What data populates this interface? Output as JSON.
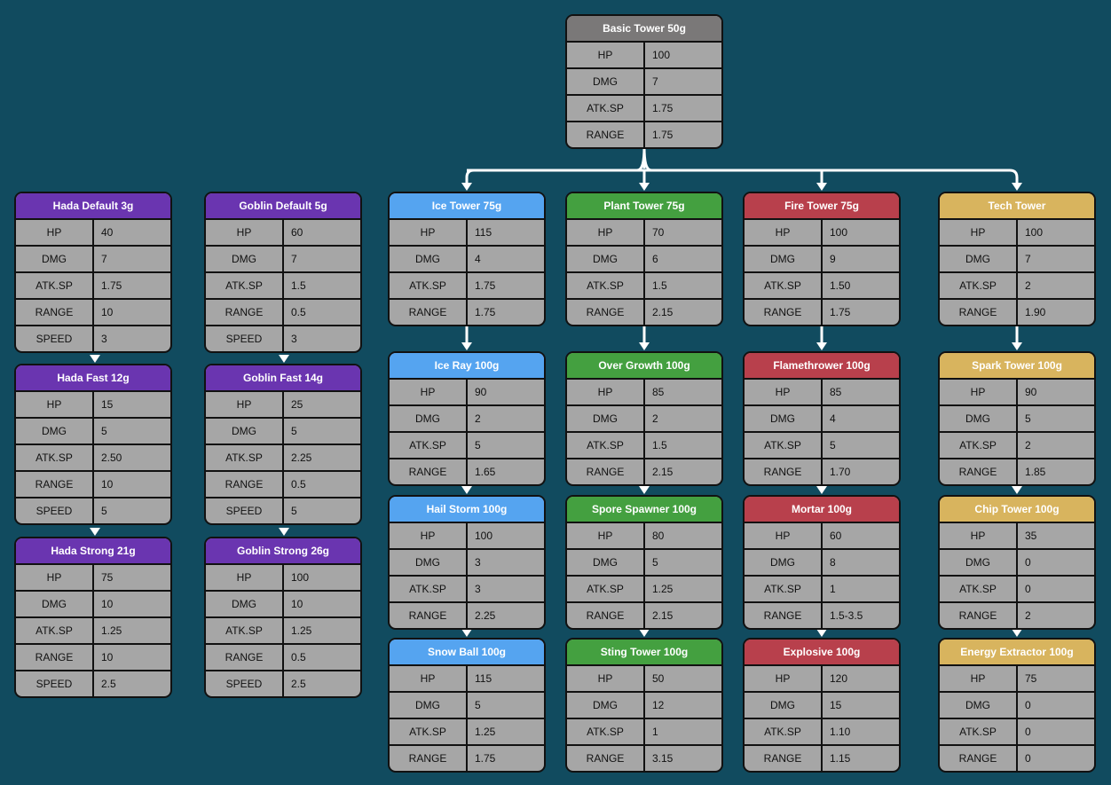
{
  "colors": {
    "background": "#114b5f",
    "basic": "#7a7878",
    "hada": "#6a35b0",
    "goblin": "#6a35b0",
    "ice": "#55a4f0",
    "plant": "#44a040",
    "fire": "#b8404c",
    "tech": "#d8b45e",
    "card_body": "#a6a6a6",
    "connector": "#ffffff"
  },
  "towers": {
    "basic": {
      "title": "Basic Tower 50g",
      "stats": [
        {
          "k": "HP",
          "v": "100"
        },
        {
          "k": "DMG",
          "v": "7"
        },
        {
          "k": "ATK.SP",
          "v": "1.75"
        },
        {
          "k": "RANGE",
          "v": "1.75"
        }
      ]
    },
    "hada_default": {
      "title": "Hada Default 3g",
      "stats": [
        {
          "k": "HP",
          "v": "40"
        },
        {
          "k": "DMG",
          "v": "7"
        },
        {
          "k": "ATK.SP",
          "v": "1.75"
        },
        {
          "k": "RANGE",
          "v": "10"
        },
        {
          "k": "SPEED",
          "v": "3"
        }
      ]
    },
    "hada_fast": {
      "title": "Hada Fast 12g",
      "stats": [
        {
          "k": "HP",
          "v": "15"
        },
        {
          "k": "DMG",
          "v": "5"
        },
        {
          "k": "ATK.SP",
          "v": "2.50"
        },
        {
          "k": "RANGE",
          "v": "10"
        },
        {
          "k": "SPEED",
          "v": "5"
        }
      ]
    },
    "hada_strong": {
      "title": "Hada Strong 21g",
      "stats": [
        {
          "k": "HP",
          "v": "75"
        },
        {
          "k": "DMG",
          "v": "10"
        },
        {
          "k": "ATK.SP",
          "v": "1.25"
        },
        {
          "k": "RANGE",
          "v": "10"
        },
        {
          "k": "SPEED",
          "v": "2.5"
        }
      ]
    },
    "goblin_default": {
      "title": "Goblin Default 5g",
      "stats": [
        {
          "k": "HP",
          "v": "60"
        },
        {
          "k": "DMG",
          "v": "7"
        },
        {
          "k": "ATK.SP",
          "v": "1.5"
        },
        {
          "k": "RANGE",
          "v": "0.5"
        },
        {
          "k": "SPEED",
          "v": "3"
        }
      ]
    },
    "goblin_fast": {
      "title": "Goblin Fast 14g",
      "stats": [
        {
          "k": "HP",
          "v": "25"
        },
        {
          "k": "DMG",
          "v": "5"
        },
        {
          "k": "ATK.SP",
          "v": "2.25"
        },
        {
          "k": "RANGE",
          "v": "0.5"
        },
        {
          "k": "SPEED",
          "v": "5"
        }
      ]
    },
    "goblin_strong": {
      "title": "Goblin Strong 26g",
      "stats": [
        {
          "k": "HP",
          "v": "100"
        },
        {
          "k": "DMG",
          "v": "10"
        },
        {
          "k": "ATK.SP",
          "v": "1.25"
        },
        {
          "k": "RANGE",
          "v": "0.5"
        },
        {
          "k": "SPEED",
          "v": "2.5"
        }
      ]
    },
    "ice": {
      "title": "Ice Tower 75g",
      "stats": [
        {
          "k": "HP",
          "v": "115"
        },
        {
          "k": "DMG",
          "v": "4"
        },
        {
          "k": "ATK.SP",
          "v": "1.75"
        },
        {
          "k": "RANGE",
          "v": "1.75"
        }
      ]
    },
    "ice_ray": {
      "title": "Ice Ray 100g",
      "stats": [
        {
          "k": "HP",
          "v": "90"
        },
        {
          "k": "DMG",
          "v": "2"
        },
        {
          "k": "ATK.SP",
          "v": "5"
        },
        {
          "k": "RANGE",
          "v": "1.65"
        }
      ]
    },
    "hail_storm": {
      "title": "Hail Storm 100g",
      "stats": [
        {
          "k": "HP",
          "v": "100"
        },
        {
          "k": "DMG",
          "v": "3"
        },
        {
          "k": "ATK.SP",
          "v": "3"
        },
        {
          "k": "RANGE",
          "v": "2.25"
        }
      ]
    },
    "snow_ball": {
      "title": "Snow Ball 100g",
      "stats": [
        {
          "k": "HP",
          "v": "115"
        },
        {
          "k": "DMG",
          "v": "5"
        },
        {
          "k": "ATK.SP",
          "v": "1.25"
        },
        {
          "k": "RANGE",
          "v": "1.75"
        }
      ]
    },
    "plant": {
      "title": "Plant Tower 75g",
      "stats": [
        {
          "k": "HP",
          "v": "70"
        },
        {
          "k": "DMG",
          "v": "6"
        },
        {
          "k": "ATK.SP",
          "v": "1.5"
        },
        {
          "k": "RANGE",
          "v": "2.15"
        }
      ]
    },
    "over_growth": {
      "title": "Over Growth 100g",
      "stats": [
        {
          "k": "HP",
          "v": "85"
        },
        {
          "k": "DMG",
          "v": "2"
        },
        {
          "k": "ATK.SP",
          "v": "1.5"
        },
        {
          "k": "RANGE",
          "v": "2.15"
        }
      ]
    },
    "spore_spawner": {
      "title": "Spore Spawner 100g",
      "stats": [
        {
          "k": "HP",
          "v": "80"
        },
        {
          "k": "DMG",
          "v": "5"
        },
        {
          "k": "ATK.SP",
          "v": "1.25"
        },
        {
          "k": "RANGE",
          "v": "2.15"
        }
      ]
    },
    "sting_tower": {
      "title": "Sting Tower 100g",
      "stats": [
        {
          "k": "HP",
          "v": "50"
        },
        {
          "k": "DMG",
          "v": "12"
        },
        {
          "k": "ATK.SP",
          "v": "1"
        },
        {
          "k": "RANGE",
          "v": "3.15"
        }
      ]
    },
    "fire": {
      "title": "Fire Tower 75g",
      "stats": [
        {
          "k": "HP",
          "v": "100"
        },
        {
          "k": "DMG",
          "v": "9"
        },
        {
          "k": "ATK.SP",
          "v": "1.50"
        },
        {
          "k": "RANGE",
          "v": "1.75"
        }
      ]
    },
    "flamethrower": {
      "title": "Flamethrower 100g",
      "stats": [
        {
          "k": "HP",
          "v": "85"
        },
        {
          "k": "DMG",
          "v": "4"
        },
        {
          "k": "ATK.SP",
          "v": "5"
        },
        {
          "k": "RANGE",
          "v": "1.70"
        }
      ]
    },
    "mortar": {
      "title": "Mortar 100g",
      "stats": [
        {
          "k": "HP",
          "v": "60"
        },
        {
          "k": "DMG",
          "v": "8"
        },
        {
          "k": "ATK.SP",
          "v": "1"
        },
        {
          "k": "RANGE",
          "v": "1.5-3.5"
        }
      ]
    },
    "explosive": {
      "title": "Explosive 100g",
      "stats": [
        {
          "k": "HP",
          "v": "120"
        },
        {
          "k": "DMG",
          "v": "15"
        },
        {
          "k": "ATK.SP",
          "v": "1.10"
        },
        {
          "k": "RANGE",
          "v": "1.15"
        }
      ]
    },
    "tech": {
      "title": "Tech Tower",
      "stats": [
        {
          "k": "HP",
          "v": "100"
        },
        {
          "k": "DMG",
          "v": "7"
        },
        {
          "k": "ATK.SP",
          "v": "2"
        },
        {
          "k": "RANGE",
          "v": "1.90"
        }
      ]
    },
    "spark_tower": {
      "title": "Spark Tower 100g",
      "stats": [
        {
          "k": "HP",
          "v": "90"
        },
        {
          "k": "DMG",
          "v": "5"
        },
        {
          "k": "ATK.SP",
          "v": "2"
        },
        {
          "k": "RANGE",
          "v": "1.85"
        }
      ]
    },
    "chip_tower": {
      "title": "Chip Tower 100g",
      "stats": [
        {
          "k": "HP",
          "v": "35"
        },
        {
          "k": "DMG",
          "v": "0"
        },
        {
          "k": "ATK.SP",
          "v": "0"
        },
        {
          "k": "RANGE",
          "v": "2"
        }
      ]
    },
    "energy_extractor": {
      "title": "Energy Extractor 100g",
      "stats": [
        {
          "k": "HP",
          "v": "75"
        },
        {
          "k": "DMG",
          "v": "0"
        },
        {
          "k": "ATK.SP",
          "v": "0"
        },
        {
          "k": "RANGE",
          "v": "0"
        }
      ]
    }
  }
}
